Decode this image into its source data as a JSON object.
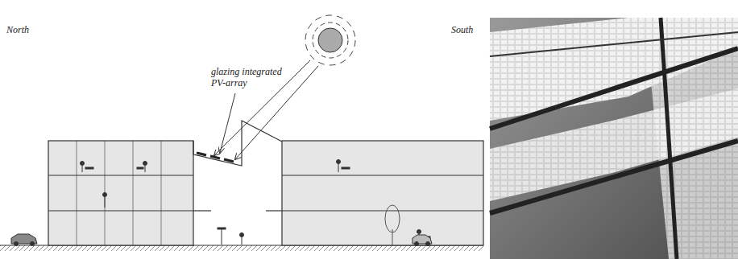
{
  "diagram": {
    "labels": [
      "North",
      "South",
      "glazing integrated PV-array"
    ]
  }
}
